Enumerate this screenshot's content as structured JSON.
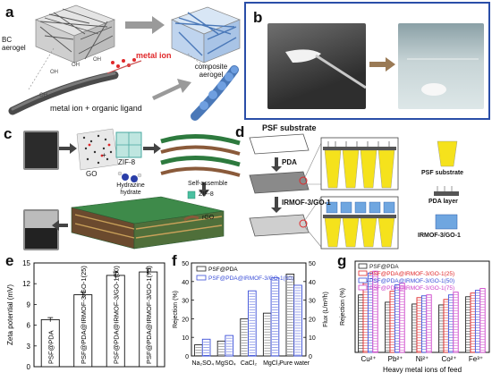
{
  "figure": {
    "labels": {
      "a": "a",
      "b": "b",
      "c": "c",
      "d": "d",
      "e": "e",
      "f": "f",
      "g": "g"
    },
    "panel_a": {
      "bc_aerogel": "BC aerogel",
      "composite_aerogel": "composite aerogel",
      "metal_ion": "metal ion",
      "metal_ion_ligand": "metal ion + organic ligand",
      "oh": "OH"
    },
    "panel_c": {
      "go": "GO",
      "zif8_top": "ZIF-8",
      "hydrazine": "Hydrazine hydrate",
      "self_assemble": "Self-assemble",
      "zif8_legend": "ZIF-8",
      "rgo_legend": "rGO"
    },
    "panel_d": {
      "psf_substrate_top": "PSF substrate",
      "pda": "PDA",
      "irmof": "IRMOF-3/GO-1",
      "legend_psf": "PSF substrate",
      "legend_pda": "PDA layer",
      "legend_irmof": "IRMOF-3/GO-1"
    },
    "colors": {
      "yellow": "#f5e21c",
      "blue": "#3b6fd8",
      "red": "#e0282a",
      "magenta": "#cc3fc8",
      "gray": "#555555"
    }
  },
  "chart_data": [
    {
      "type": "bar",
      "panel": "e",
      "ylabel": "Zeta potential (mV)",
      "yticks": [
        0,
        3,
        6,
        9,
        12,
        15
      ],
      "ylim": [
        0,
        15
      ],
      "categories": [
        "PSF@PDA",
        "PSF@PDA@IRMOF-3/GO-1(25)",
        "PSF@PDA@IRMOF-3/GO-1(50)",
        "PSF@PDA@IRMOF-3/GO-1(75)"
      ],
      "values": [
        6.8,
        10.4,
        13.2,
        13.7
      ],
      "errors": [
        0.3,
        0.4,
        0.5,
        0.5
      ]
    },
    {
      "type": "bar",
      "panel": "f",
      "ylabel": "Rejection (%)",
      "ylabel_right": "Flux (L/m²/h)",
      "yticks": [
        0,
        10,
        20,
        30,
        40,
        50
      ],
      "yticks_right": [
        0,
        10,
        20,
        30,
        40,
        50
      ],
      "ylim": [
        0,
        50
      ],
      "categories": [
        "Na₂SO₄",
        "MgSO₄",
        "CaCl₂",
        "MgCl₂",
        "Pure water"
      ],
      "series": [
        {
          "name": "PSF@PDA",
          "values": [
            6,
            8,
            20,
            23,
            44
          ]
        },
        {
          "name": "PSF@PDA@IRMOF-3/GO-1(50)",
          "values": [
            9,
            11,
            35,
            42,
            38
          ]
        }
      ]
    },
    {
      "type": "bar",
      "panel": "g",
      "ylabel": "Rejection (%)",
      "xlabel": "Heavy metal ions of feed",
      "ylim": [
        0,
        100
      ],
      "categories": [
        "Cu²⁺",
        "Pb²⁺",
        "Ni²⁺",
        "Co²⁺",
        "Fe³⁺"
      ],
      "series": [
        {
          "name": "PSF@PDA",
          "values": [
            63,
            55,
            53,
            52,
            61
          ]
        },
        {
          "name": "PSF@PDA@IRMOF-3/GO-1(25)",
          "values": [
            78,
            67,
            60,
            58,
            65
          ]
        },
        {
          "name": "PSF@PDA@IRMOF-3/GO-1(50)",
          "values": [
            87,
            74,
            62,
            63,
            68
          ]
        },
        {
          "name": "PSF@PDA@IRMOF-3/GO-1(75)",
          "values": [
            89,
            76,
            63,
            66,
            70
          ]
        }
      ]
    }
  ]
}
